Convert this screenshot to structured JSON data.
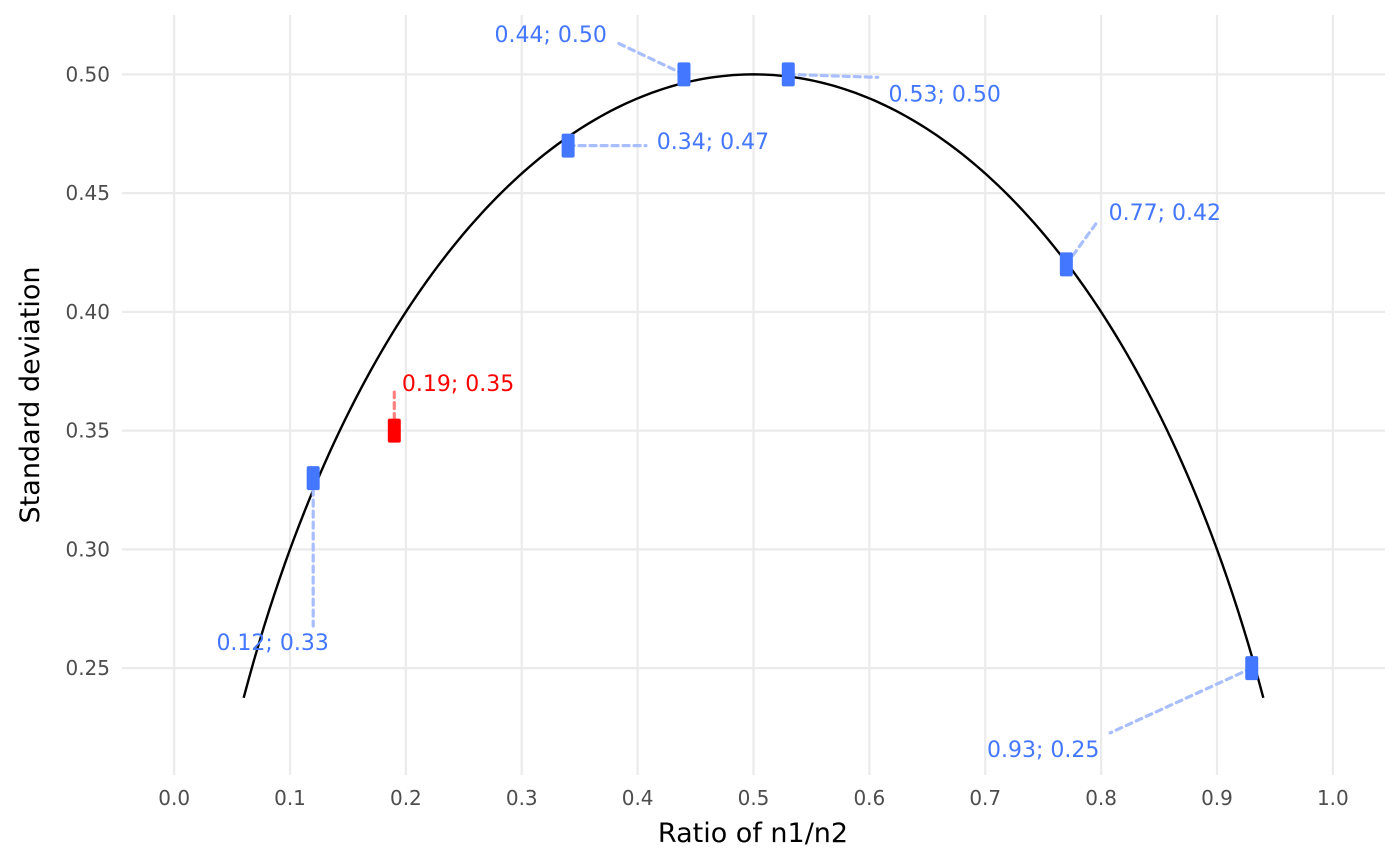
{
  "chart_data": {
    "type": "scatter",
    "xlabel": "Ratio of n1/n2",
    "ylabel": "Standard deviation",
    "xlim": [
      -0.045,
      1.045
    ],
    "ylim": [
      0.205,
      0.525
    ],
    "x_ticks": [
      "0.0",
      "0.1",
      "0.2",
      "0.3",
      "0.4",
      "0.5",
      "0.6",
      "0.7",
      "0.8",
      "0.9",
      "1.0"
    ],
    "y_ticks": [
      "0.25",
      "0.30",
      "0.35",
      "0.40",
      "0.45",
      "0.50"
    ],
    "grid": true,
    "curve": {
      "function": "sqrt(x*(1-x))",
      "x_range": [
        0.06,
        0.94
      ],
      "color": "#000000"
    },
    "points": [
      {
        "x": 0.12,
        "y": 0.33,
        "label": "0.12; 0.33",
        "highlight": false,
        "label_x": 0.085,
        "label_y": 0.261
      },
      {
        "x": 0.19,
        "y": 0.35,
        "label": "0.19; 0.35",
        "highlight": true,
        "label_x": 0.245,
        "label_y": 0.37
      },
      {
        "x": 0.34,
        "y": 0.47,
        "label": "0.34; 0.47",
        "highlight": false,
        "label_x": 0.465,
        "label_y": 0.472
      },
      {
        "x": 0.44,
        "y": 0.5,
        "label": "0.44; 0.50",
        "highlight": false,
        "label_x": 0.325,
        "label_y": 0.517
      },
      {
        "x": 0.53,
        "y": 0.5,
        "label": "0.53; 0.50",
        "highlight": false,
        "label_x": 0.665,
        "label_y": 0.492
      },
      {
        "x": 0.77,
        "y": 0.42,
        "label": "0.77; 0.42",
        "highlight": false,
        "label_x": 0.855,
        "label_y": 0.442
      },
      {
        "x": 0.93,
        "y": 0.25,
        "label": "0.93; 0.25",
        "highlight": false,
        "label_x": 0.75,
        "label_y": 0.216
      }
    ],
    "colors": {
      "point": "#4477ff",
      "highlight": "#ff0000",
      "connector": "#a8beff",
      "connector_highlight": "#ff8080"
    }
  }
}
